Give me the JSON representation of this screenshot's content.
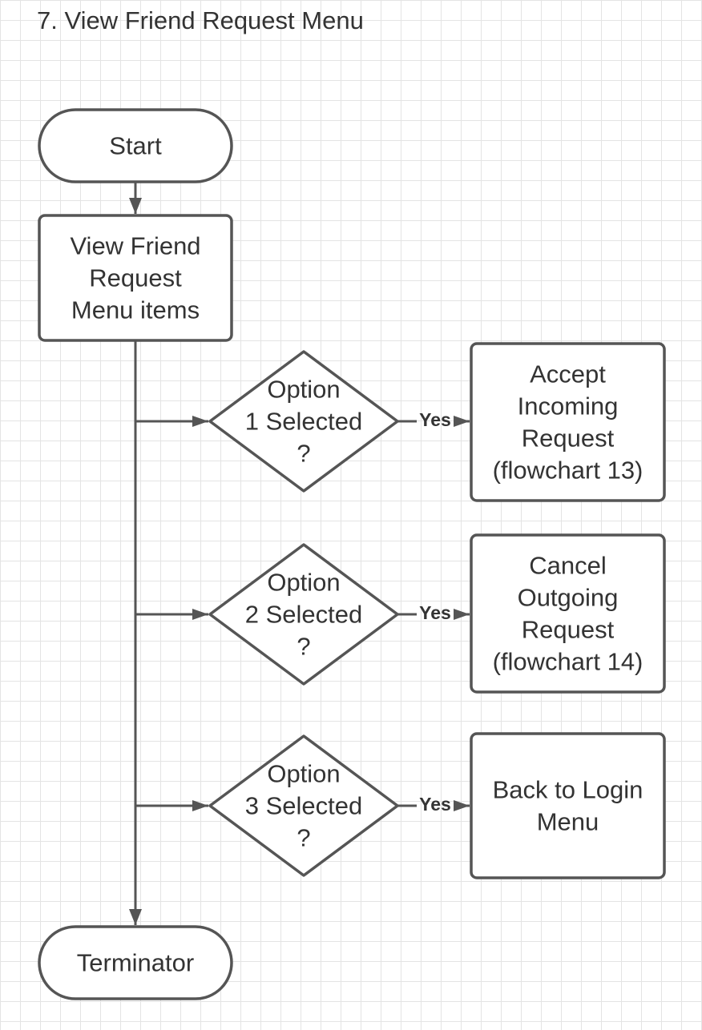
{
  "diagram": {
    "title": "7. View Friend Request Menu",
    "nodes": [
      {
        "id": "start",
        "kind": "terminator",
        "lines": [
          "Start"
        ]
      },
      {
        "id": "view-menu",
        "kind": "process",
        "lines": [
          "View Friend",
          "Request",
          "Menu items"
        ]
      },
      {
        "id": "option1",
        "kind": "decision",
        "lines": [
          "Option",
          "1 Selected",
          "?"
        ]
      },
      {
        "id": "option2",
        "kind": "decision",
        "lines": [
          "Option",
          "2 Selected",
          "?"
        ]
      },
      {
        "id": "option3",
        "kind": "decision",
        "lines": [
          "Option",
          "3 Selected",
          "?"
        ]
      },
      {
        "id": "accept",
        "kind": "process",
        "lines": [
          "Accept",
          "Incoming",
          "Request",
          "(flowchart 13)"
        ]
      },
      {
        "id": "cancel",
        "kind": "process",
        "lines": [
          "Cancel",
          "Outgoing",
          "Request",
          "(flowchart 14)"
        ]
      },
      {
        "id": "back",
        "kind": "process",
        "lines": [
          "Back to Login",
          "Menu"
        ]
      },
      {
        "id": "terminator",
        "kind": "terminator",
        "lines": [
          "Terminator"
        ]
      }
    ],
    "edges": [
      {
        "from": "start",
        "to": "view-menu",
        "label": ""
      },
      {
        "from": "view-menu",
        "to": "option1",
        "label": ""
      },
      {
        "from": "view-menu",
        "to": "option2",
        "label": ""
      },
      {
        "from": "view-menu",
        "to": "option3",
        "label": ""
      },
      {
        "from": "view-menu",
        "to": "terminator",
        "label": ""
      },
      {
        "from": "option1",
        "to": "accept",
        "label": "Yes"
      },
      {
        "from": "option2",
        "to": "cancel",
        "label": "Yes"
      },
      {
        "from": "option3",
        "to": "back",
        "label": "Yes"
      }
    ],
    "colors": {
      "stroke": "#555555",
      "text": "#333333",
      "fill": "#ffffff",
      "grid": "#e4e4e4"
    }
  }
}
